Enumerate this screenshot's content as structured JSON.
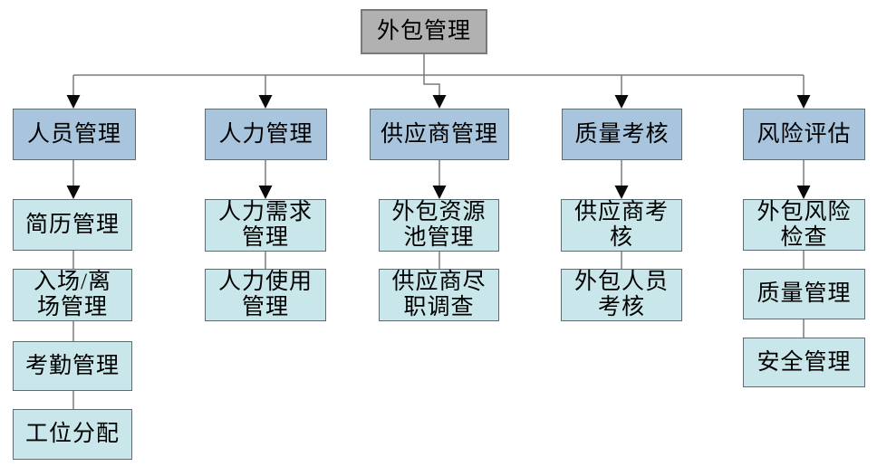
{
  "diagram": {
    "type": "org-chart",
    "root": {
      "label": "外包管理"
    },
    "branches": [
      {
        "label": "人员管理",
        "children": [
          "简历管理",
          "入场/离\n场管理",
          "考勤管理",
          "工位分配"
        ]
      },
      {
        "label": "人力管理",
        "children": [
          "人力需求\n管理",
          "人力使用\n管理"
        ]
      },
      {
        "label": "供应商管理",
        "children": [
          "外包资源\n池管理",
          "供应商尽\n职调查"
        ]
      },
      {
        "label": "质量考核",
        "children": [
          "供应商考\n核",
          "外包人员\n考核"
        ]
      },
      {
        "label": "风险评估",
        "children": [
          "外包风险\n检查",
          "质量管理",
          "安全管理"
        ]
      }
    ]
  },
  "colors": {
    "background": "#ffffff",
    "text": "#000000",
    "root-fill": "#b1b1b1",
    "root-border": "#7a7a7a",
    "branch-fill": "#a9c4dd",
    "leaf-fill": "#c9e7ea",
    "box-border": "#5c6b74",
    "line": "#7a7a7a",
    "arrow": "#0a0a0a"
  }
}
